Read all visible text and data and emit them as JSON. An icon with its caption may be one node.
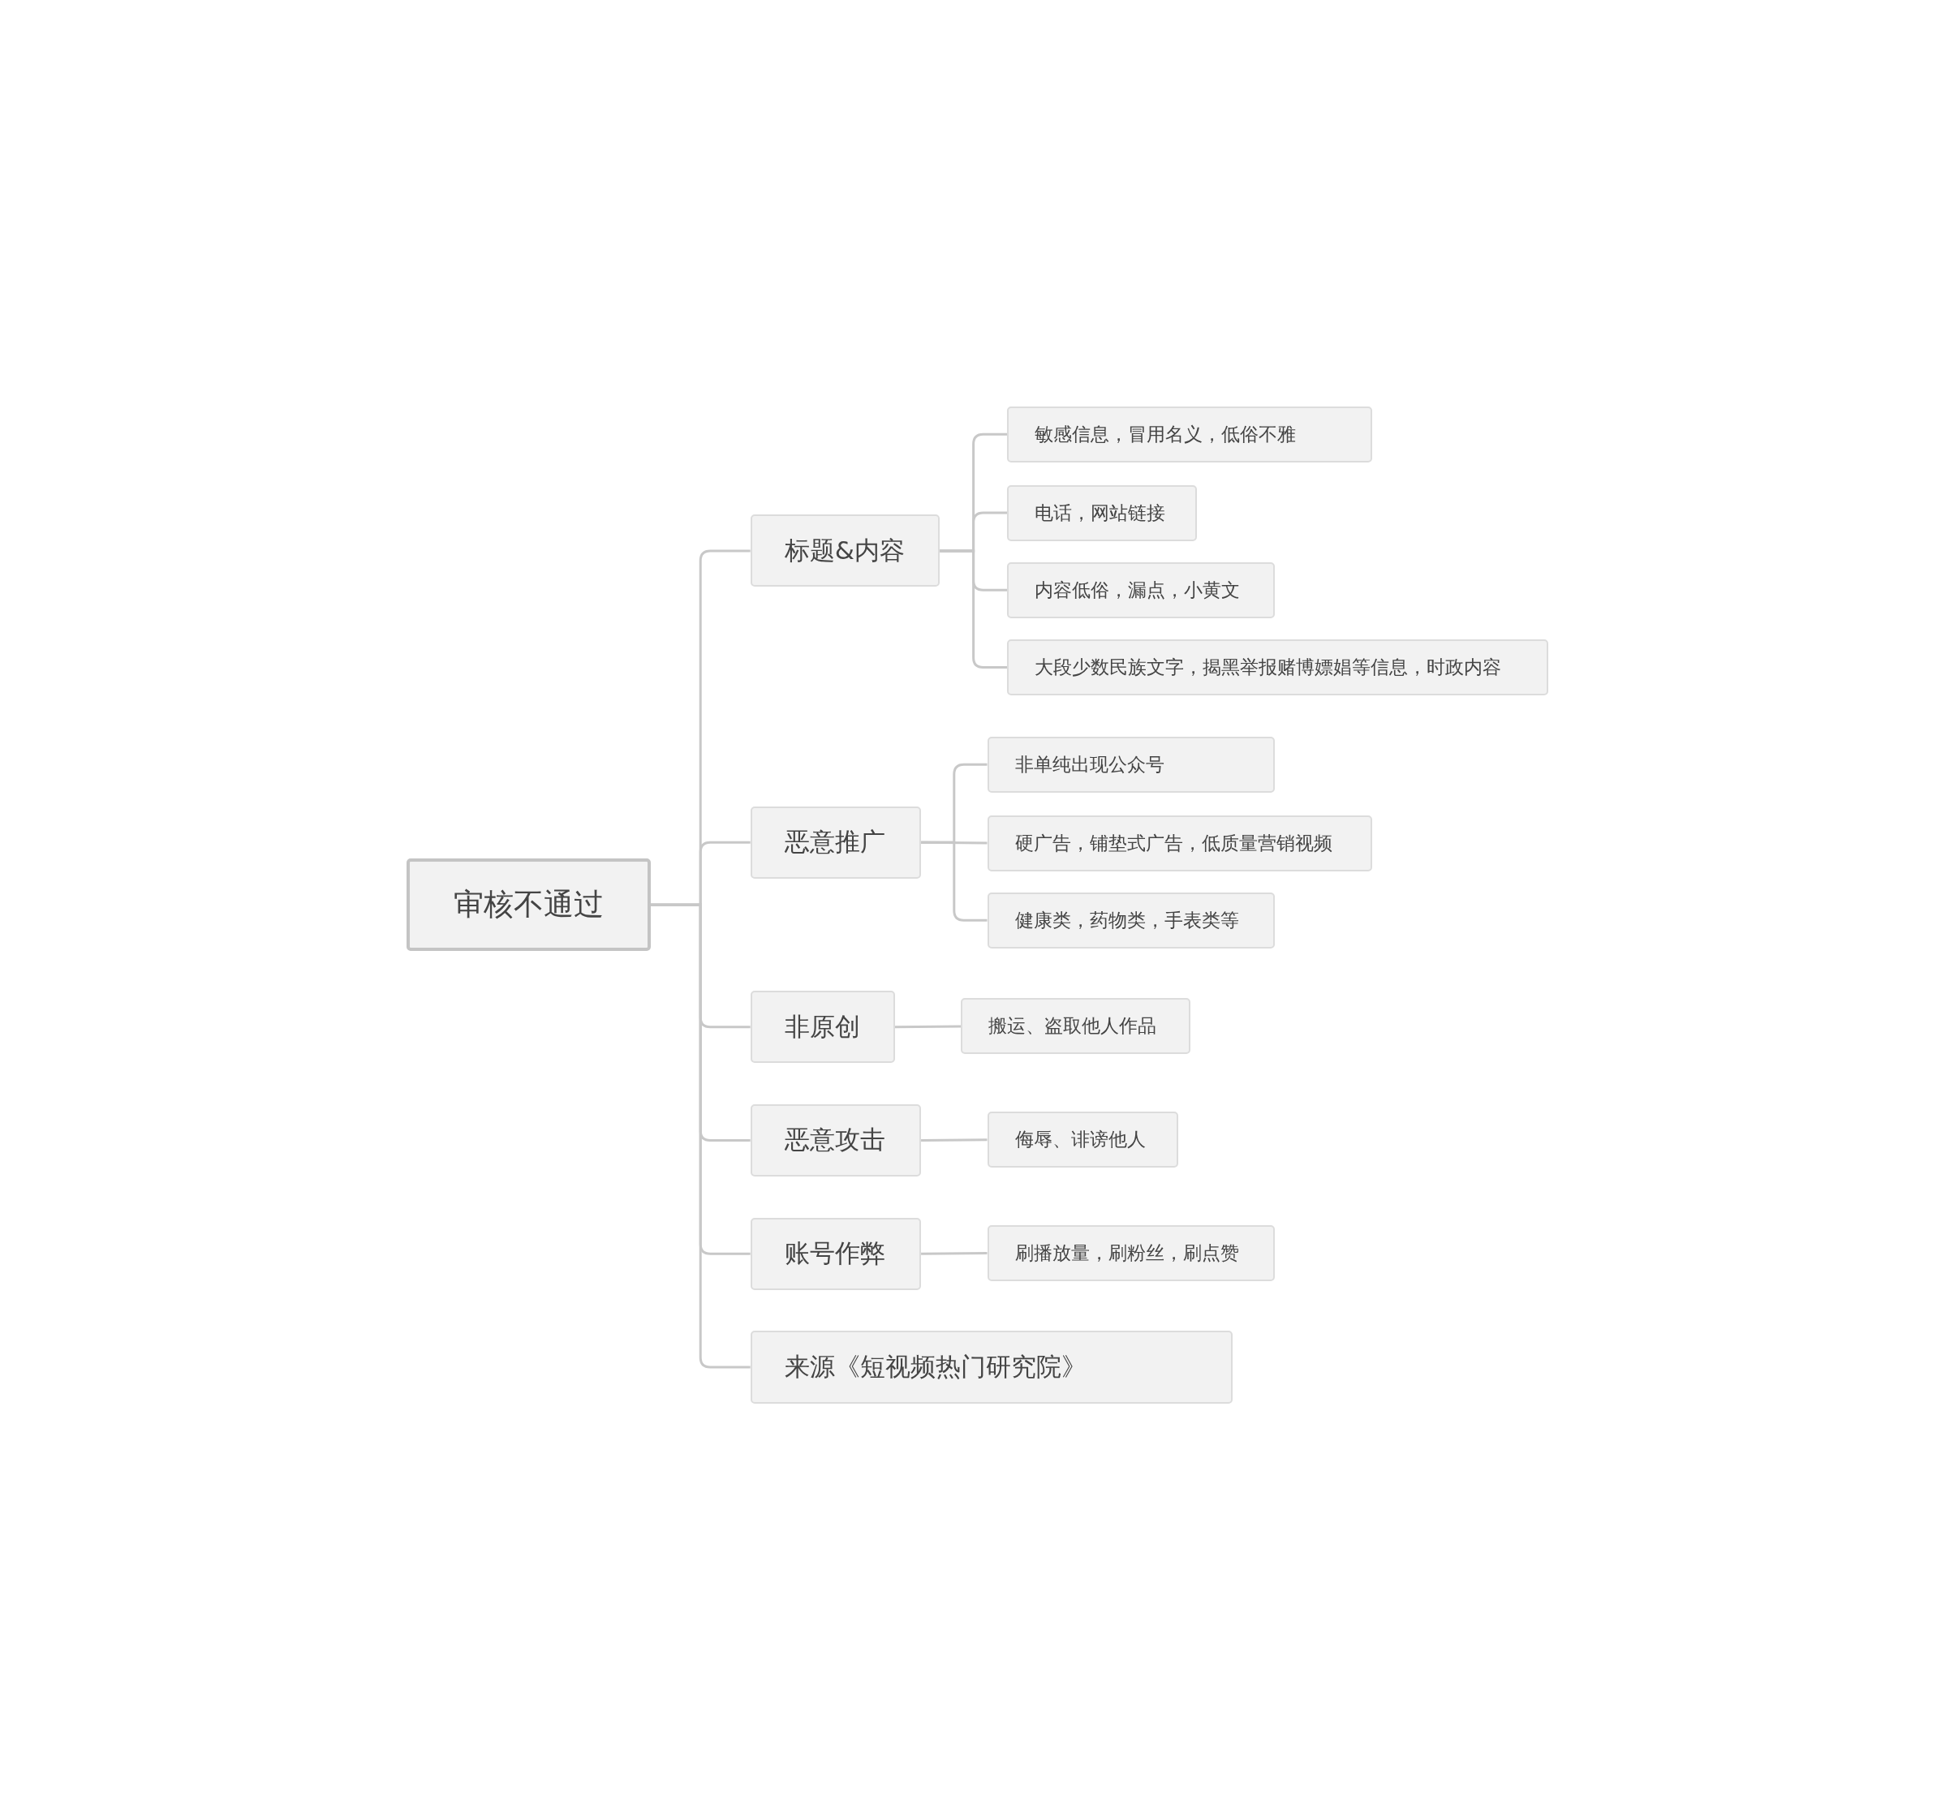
{
  "diagram": {
    "nodes": [
      {
        "text": [
          "审核不通过"
        ]
      },
      {
        "text": [
          "标题&内容"
        ]
      },
      {
        "text": [
          "恶意推广"
        ]
      },
      {
        "text": [
          "非原创"
        ]
      },
      {
        "text": [
          "恶意攻击"
        ]
      },
      {
        "text": [
          "账号作弊"
        ]
      },
      {
        "text": [
          "来源《短视频热门研究院》"
        ]
      },
      {
        "text": [
          "敏感信息，冒用名义，低俗不雅"
        ]
      },
      {
        "text": [
          "电话，网站链接"
        ]
      },
      {
        "text": [
          "内容低俗，漏点，小黄文"
        ]
      },
      {
        "text": [
          "大段少数民族文字，揭黑举报赌博嫖娼等信息，时政内容"
        ]
      },
      {
        "text": [
          "非单纯出现公众号"
        ]
      },
      {
        "text": [
          "硬广告，铺垫式广告，低质量营销视频"
        ]
      },
      {
        "text": [
          "健康类，药物类，手表类等"
        ]
      },
      {
        "text": [
          "搬运、盗取他人作品"
        ]
      },
      {
        "text": [
          "侮辱、诽谤他人"
        ]
      },
      {
        "text": [
          "刷播放量，刷粉丝，刷点赞"
        ]
      }
    ],
    "edges": [
      {
        "from": 0,
        "to": 1,
        "arrow": "none"
      },
      {
        "from": 0,
        "to": 2,
        "arrow": "none"
      },
      {
        "from": 0,
        "to": 3,
        "arrow": "none"
      },
      {
        "from": 0,
        "to": 4,
        "arrow": "none"
      },
      {
        "from": 0,
        "to": 5,
        "arrow": "none"
      },
      {
        "from": 0,
        "to": 6,
        "arrow": "none"
      },
      {
        "from": 1,
        "to": 7,
        "arrow": "none"
      },
      {
        "from": 1,
        "to": 8,
        "arrow": "none"
      },
      {
        "from": 1,
        "to": 9,
        "arrow": "none"
      },
      {
        "from": 1,
        "to": 10,
        "arrow": "none"
      },
      {
        "from": 2,
        "to": 11,
        "arrow": "none"
      },
      {
        "from": 2,
        "to": 12,
        "arrow": "none"
      },
      {
        "from": 2,
        "to": 13,
        "arrow": "none"
      },
      {
        "from": 3,
        "to": 14,
        "arrow": "none"
      },
      {
        "from": 4,
        "to": 15,
        "arrow": "none"
      },
      {
        "from": 5,
        "to": 16,
        "arrow": "none"
      }
    ]
  }
}
